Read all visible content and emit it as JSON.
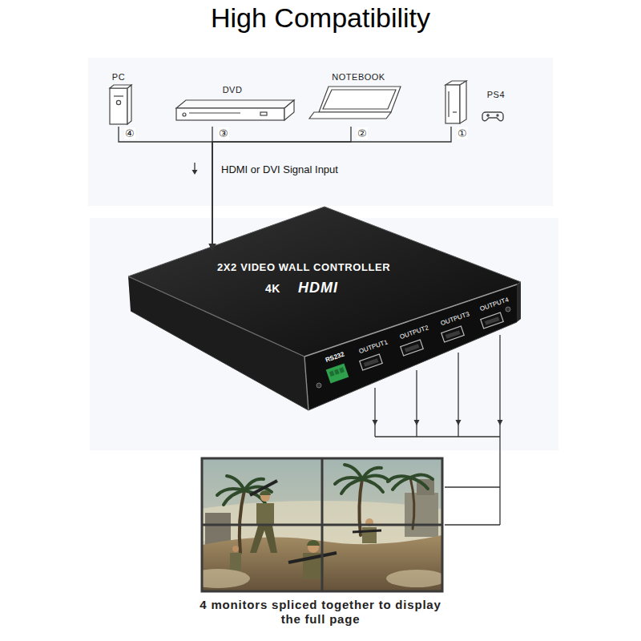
{
  "diagram": {
    "title": "High Compatibility",
    "caption": "4 monitors spliced together to display the full page",
    "nodes": [
      {
        "text": [
          "PC"
        ]
      },
      {
        "text": [
          "DVD"
        ]
      },
      {
        "text": [
          "NOTEBOOK"
        ]
      },
      {
        "text": [
          "PS4"
        ]
      },
      {
        "text": [
          "2X2 VIDEO WALL CONTROLLER",
          "4K",
          "HDMI"
        ]
      }
    ],
    "edges": [
      {
        "from": 0,
        "to": 4,
        "label": "④",
        "arrow": "to"
      },
      {
        "from": 1,
        "to": 4,
        "label": "③",
        "arrow": "to"
      },
      {
        "from": 2,
        "to": 4,
        "label": "②",
        "arrow": "to"
      },
      {
        "from": 3,
        "to": 4,
        "label": "①",
        "arrow": "to"
      }
    ],
    "labels": [
      "HDMI or DVI Signal Input",
      "RS232",
      "OUTPUT1",
      "OUTPUT2",
      "OUTPUT3",
      "OUTPUT4"
    ]
  }
}
